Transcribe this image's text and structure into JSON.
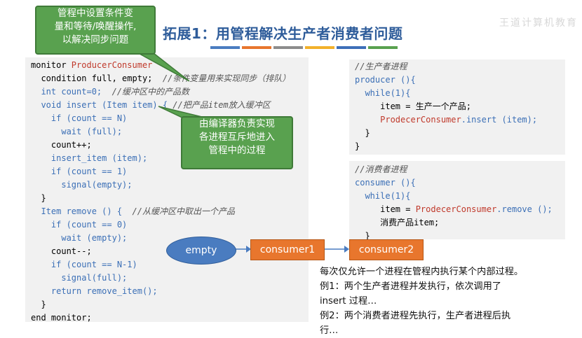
{
  "title": "拓展1：用管程解决生产者消费者问题",
  "watermark": "王道计算机教育",
  "colors": {
    "bar1": "#4a7cc0",
    "bar2": "#e8762d",
    "bar3": "#8c8c8c",
    "bar4": "#f2b12a",
    "bar5": "#3d6fb8",
    "bar6": "#59a14f"
  },
  "callout_top": [
    "管程中设置条件变",
    "量和等待/唤醒操作,",
    "以解决同步问题"
  ],
  "callout_mid": [
    "由编译器负责实现",
    "各进程互斥地进入",
    "管程中的过程"
  ],
  "code_main": {
    "l1a": "monitor ",
    "l1b": "ProducerConsumer",
    "l2a": "  condition full, empty;  ",
    "l2b": "//条件变量用来实现同步（排队）",
    "l3a": "  int count=0;  ",
    "l3b": "//缓冲区中的产品数",
    "l4a": "  void insert (Item item) { ",
    "l4b": "//把产品item放入缓冲区",
    "l5": "    if (count == N)",
    "l6": "      wait (full);",
    "l7": "    count++;",
    "l8": "    insert_item (item);",
    "l9": "    if (count == 1)",
    "l10": "      signal(empty);",
    "l11": "  }",
    "l12a": "  Item remove () {  ",
    "l12b": "//从缓冲区中取出一个产品",
    "l13": "    if (count == 0)",
    "l14": "      wait (empty);",
    "l15": "    count--;",
    "l16": "    if (count == N-1)",
    "l17": "      signal(full);",
    "l18": "    return remove_item();",
    "l19": "  }",
    "l20": "end monitor;"
  },
  "code_producer": {
    "c": "//生产者进程",
    "l1": "producer (){",
    "l2": "  while(1){",
    "l3": "     item = 生产一个产品;",
    "l4a": "     ",
    "l4b": "ProdecerConsumer",
    "l4c": ".insert (item);",
    "l5": "  }",
    "l6": "}"
  },
  "code_consumer": {
    "c": "//消费者进程",
    "l1": "consumer (){",
    "l2": "  while(1){",
    "l3a": "     item = ",
    "l3b": "ProdecerConsumer",
    "l3c": ".remove ();",
    "l4": "     消费产品item;",
    "l5": "  }"
  },
  "queue": {
    "cond": "empty",
    "p1": "consumer1",
    "p2": "consumer2"
  },
  "note": [
    "每次仅允许一个进程在管程内执行某个内部过程。",
    "例1：两个生产者进程并发执行，依次调用了",
    "insert 过程…",
    "例2：两个消费者进程先执行，生产者进程后执",
    "行…"
  ]
}
